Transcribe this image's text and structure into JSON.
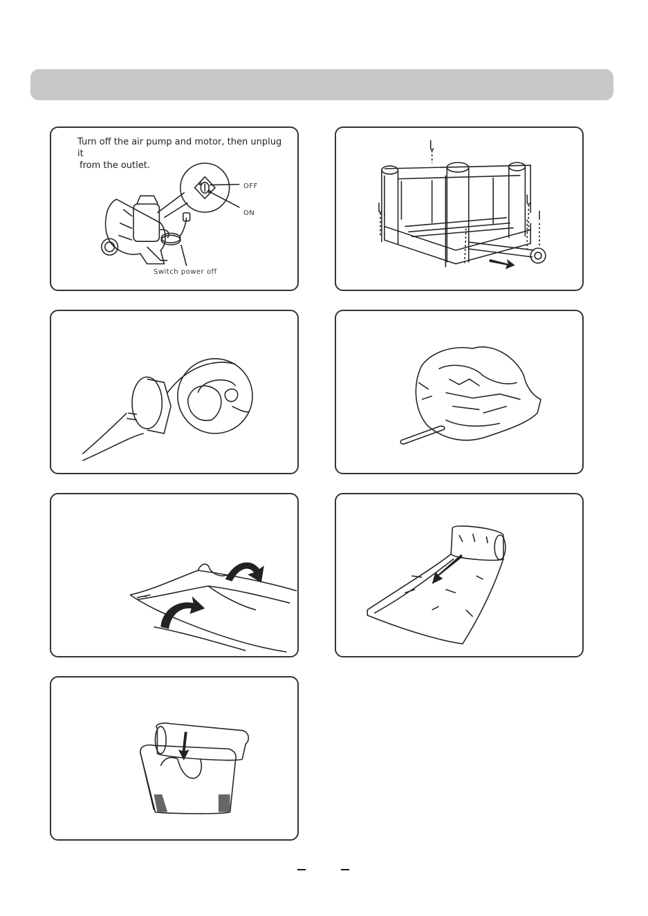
{
  "panel1": {
    "instruction_line1": "Turn off the air pump and motor, then unplug it",
    "instruction_line2": "from the outlet.",
    "off_label": "OFF",
    "on_label": "ON",
    "switch_label": "Switch power off"
  }
}
